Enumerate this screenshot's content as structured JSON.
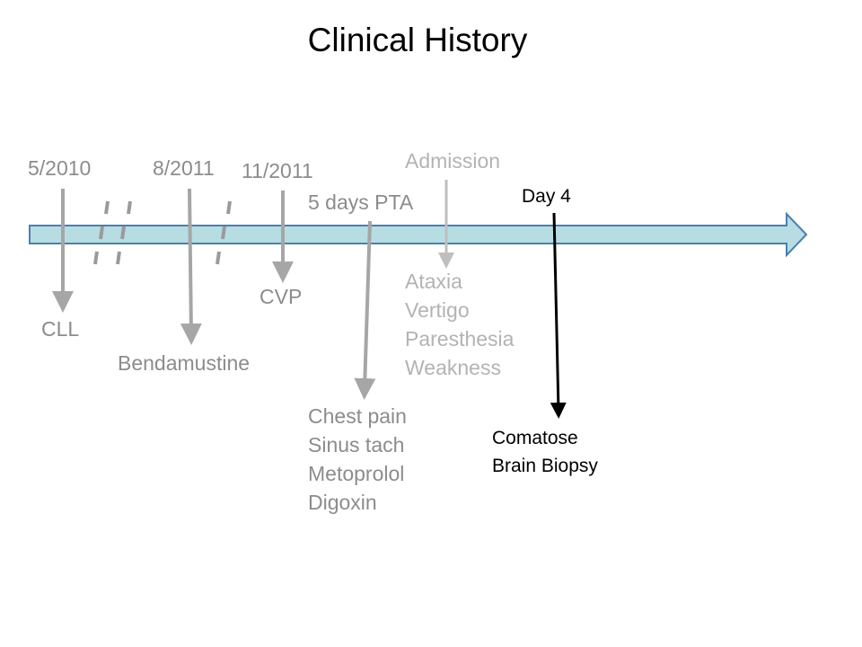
{
  "title": "Clinical History",
  "events": [
    {
      "date": "5/2010",
      "note": [
        "CLL"
      ]
    },
    {
      "date": "8/2011",
      "note": [
        "Bendamustine"
      ]
    },
    {
      "date": "11/2011",
      "note": [
        "CVP"
      ]
    },
    {
      "date": "5 days PTA",
      "note": [
        "Chest pain",
        "Sinus tach",
        "Metoprolol",
        "Digoxin"
      ]
    },
    {
      "date": "Admission",
      "note": [
        "Ataxia",
        "Vertigo",
        "Paresthesia",
        "Weakness"
      ]
    },
    {
      "date": "Day 4",
      "note": [
        "Comatose",
        "Brain Biopsy"
      ]
    }
  ],
  "colors": {
    "timeline_fill": "#b7dde3",
    "timeline_stroke": "#4a7fae",
    "arrow_grey": "#a6a6a6",
    "arrow_light": "#bfbfbf",
    "arrow_dark": "#000000",
    "text_grey": "#8c8c8c",
    "text_light": "#b3b3b3"
  }
}
